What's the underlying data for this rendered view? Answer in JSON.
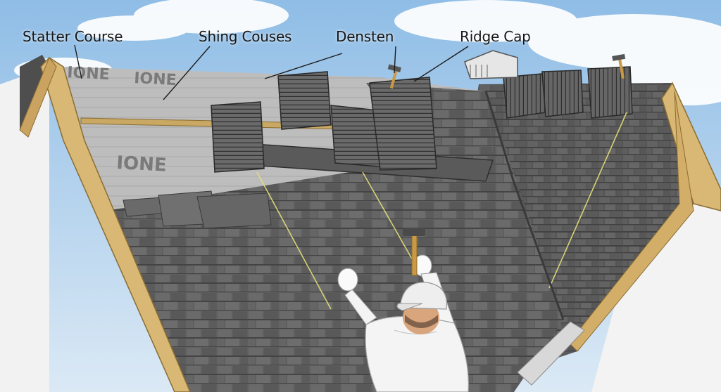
{
  "labels": {
    "starter_course": "Statter Course",
    "shingle_courses": "Shing Couses",
    "densten": "Densten",
    "ridge_cap": "Ridge Cap"
  },
  "underlayment_print": [
    "IONE",
    "IONE",
    "IONE"
  ],
  "colors": {
    "sky": "#a9cbe8",
    "shingle": "#5e5e5e",
    "shingle_dark": "#474747",
    "underlayment": "#bcbcbc",
    "fascia_wood": "#d9b774",
    "chalk_line": "#e4e07a",
    "shirt": "#f4f4f4",
    "cap": "#eeeeee",
    "hammer_handle": "#c99a45"
  },
  "icons": [
    "hammer-icon",
    "roof-vent-icon"
  ]
}
